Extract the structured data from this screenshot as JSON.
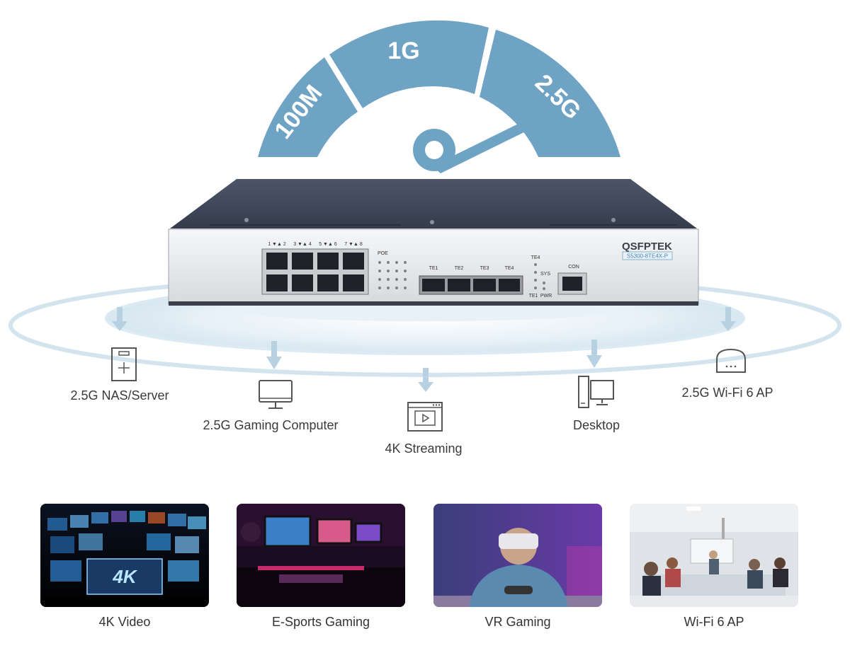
{
  "speedometer": {
    "segments": [
      "100M",
      "1G",
      "2.5G"
    ],
    "current": "2.5G",
    "color": "#6fa3c4"
  },
  "switch": {
    "brand": "QSFPTEK",
    "model": "S5300-8TE4X-P",
    "port_group_labels": [
      "1 ▼▲ 2",
      "3 ▼▲ 4",
      "5 ▼▲ 6",
      "7 ▼▲ 8"
    ],
    "poe_label": "POE",
    "sfp_labels": [
      "TE1",
      "TE2",
      "TE3",
      "TE4"
    ],
    "led_labels": {
      "te4": "TE4",
      "sys": "SYS",
      "te1": "TE1",
      "pwr": "PWR"
    },
    "console_label": "CON"
  },
  "devices": [
    {
      "icon": "server-icon",
      "label": "2.5G NAS/Server"
    },
    {
      "icon": "monitor-icon",
      "label": "2.5G Gaming Computer"
    },
    {
      "icon": "video-player-icon",
      "label": "4K Streaming"
    },
    {
      "icon": "desktop-icon",
      "label": "Desktop"
    },
    {
      "icon": "wifi-ap-icon",
      "label": "2.5G Wi-Fi 6 AP"
    }
  ],
  "applications": [
    {
      "caption": "4K Video"
    },
    {
      "caption": "E-Sports Gaming"
    },
    {
      "caption": "VR Gaming"
    },
    {
      "caption": "Wi-Fi 6 AP"
    }
  ]
}
